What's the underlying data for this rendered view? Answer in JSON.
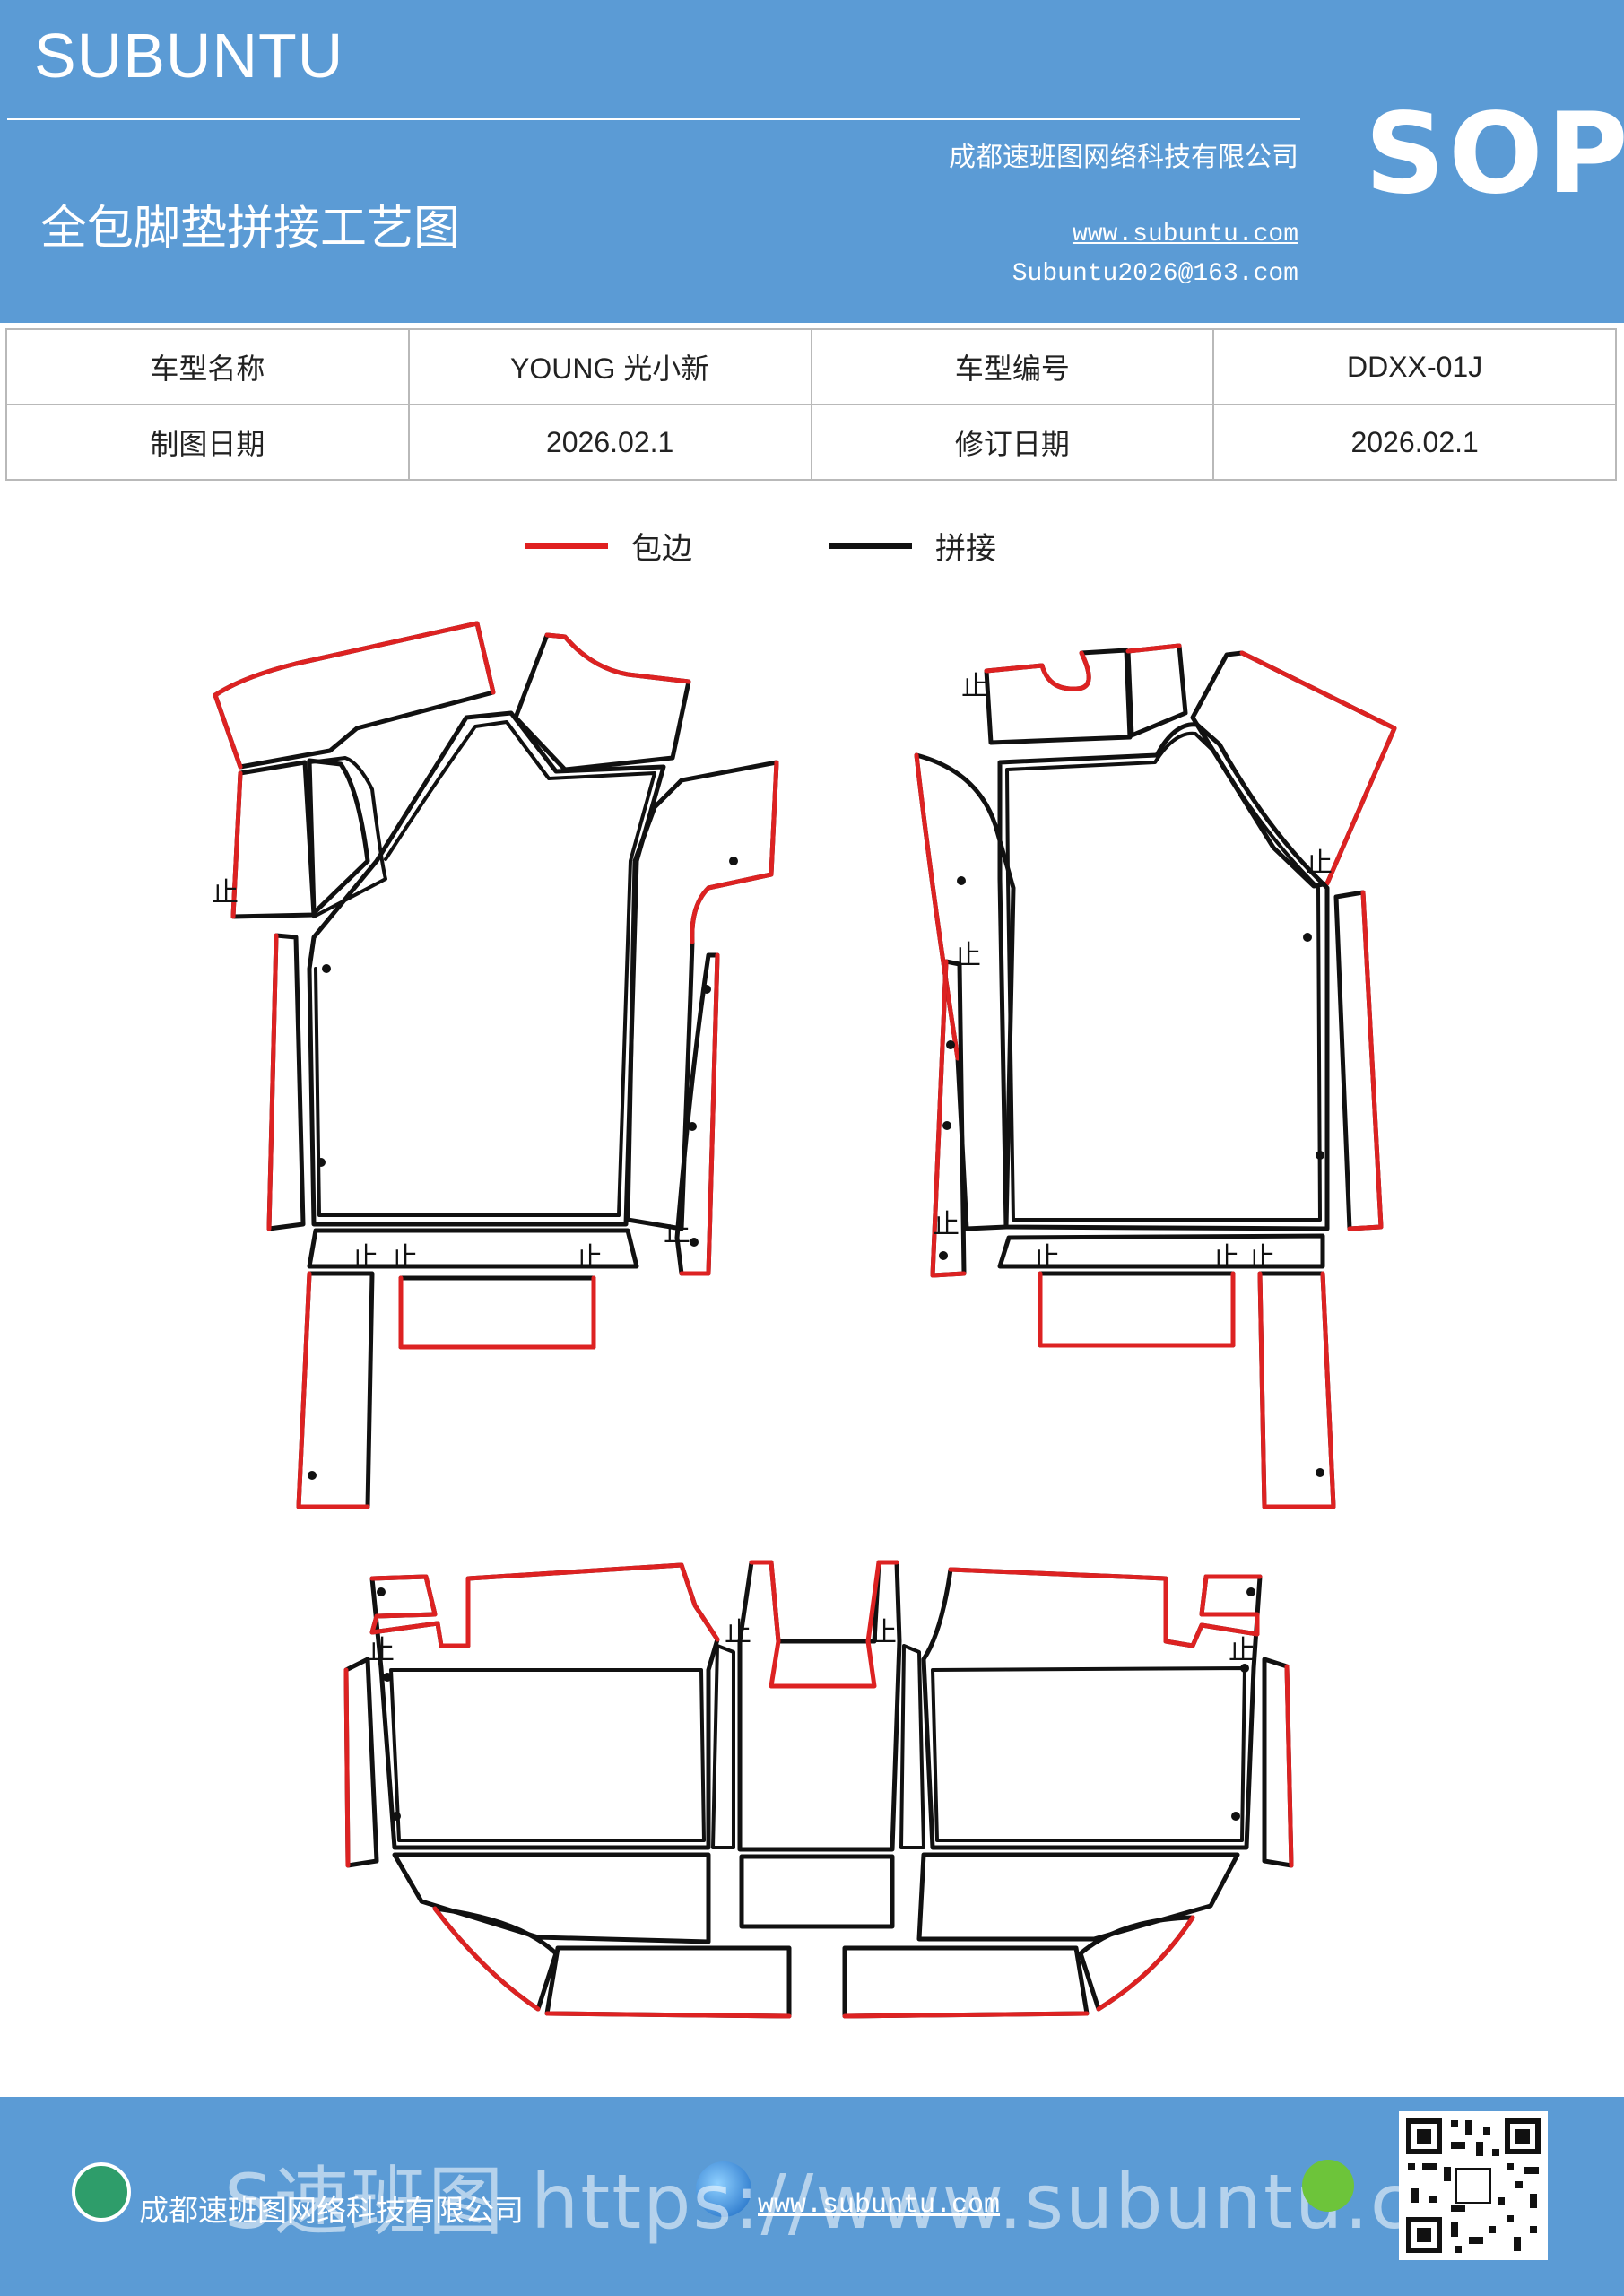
{
  "header": {
    "brand": "SUBUNTU",
    "company": "成都速班图网络科技有限公司",
    "doc_title": "全包脚垫拼接工艺图",
    "website": "www.subuntu.com",
    "email": "Subuntu2026@163.com",
    "badge": "SOP"
  },
  "info_table": {
    "row1": {
      "label1": "车型名称",
      "value1": "YOUNG 光小新",
      "label2": "车型编号",
      "value2": "DDXX-01J"
    },
    "row2": {
      "label1": "制图日期",
      "value1": "2026.02.1",
      "label2": "修订日期",
      "value2": "2026.02.1"
    }
  },
  "legend": {
    "edge_label": "包边",
    "edge_color": "#e02020",
    "seam_label": "拼接",
    "seam_color": "#111111"
  },
  "diagram": {
    "stop_mark": "止"
  },
  "footer": {
    "company": "成都速班图网络科技有限公司",
    "website": "www.subuntu.com",
    "overlay": "S速班图 https://www.subuntu.com",
    "company_icon": "building-icon",
    "globe_icon": "globe-icon",
    "wechat_icon": "wechat-icon"
  }
}
